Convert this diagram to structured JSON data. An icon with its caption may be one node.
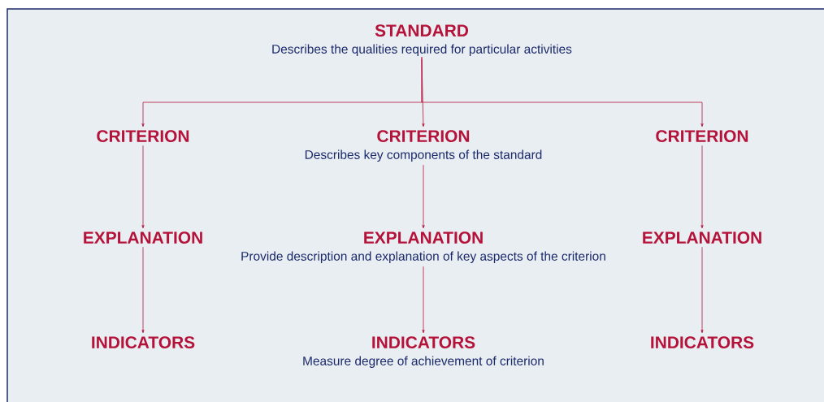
{
  "diagram": {
    "nodes": [
      {
        "text": [
          "STANDARD",
          "Describes the qualities required for particular activities"
        ]
      },
      {
        "text": [
          "CRITERION"
        ]
      },
      {
        "text": [
          "CRITERION",
          "Describes key components of the standard"
        ]
      },
      {
        "text": [
          "CRITERION"
        ]
      },
      {
        "text": [
          "EXPLANATION"
        ]
      },
      {
        "text": [
          "EXPLANATION",
          "Provide description and explanation of key aspects of the criterion"
        ]
      },
      {
        "text": [
          "EXPLANATION"
        ]
      },
      {
        "text": [
          "INDICATORS"
        ]
      },
      {
        "text": [
          "INDICATORS",
          "Measure degree of achievement of criterion"
        ]
      },
      {
        "text": [
          "INDICATORS"
        ]
      }
    ],
    "edges": [
      {
        "from": 0,
        "to": 1,
        "arrow": "to"
      },
      {
        "from": 0,
        "to": 2,
        "arrow": "to"
      },
      {
        "from": 0,
        "to": 3,
        "arrow": "to"
      },
      {
        "from": 1,
        "to": 4,
        "arrow": "to"
      },
      {
        "from": 2,
        "to": 5,
        "arrow": "to"
      },
      {
        "from": 3,
        "to": 6,
        "arrow": "to"
      },
      {
        "from": 4,
        "to": 7,
        "arrow": "to"
      },
      {
        "from": 5,
        "to": 8,
        "arrow": "to"
      },
      {
        "from": 6,
        "to": 9,
        "arrow": "to"
      }
    ]
  }
}
